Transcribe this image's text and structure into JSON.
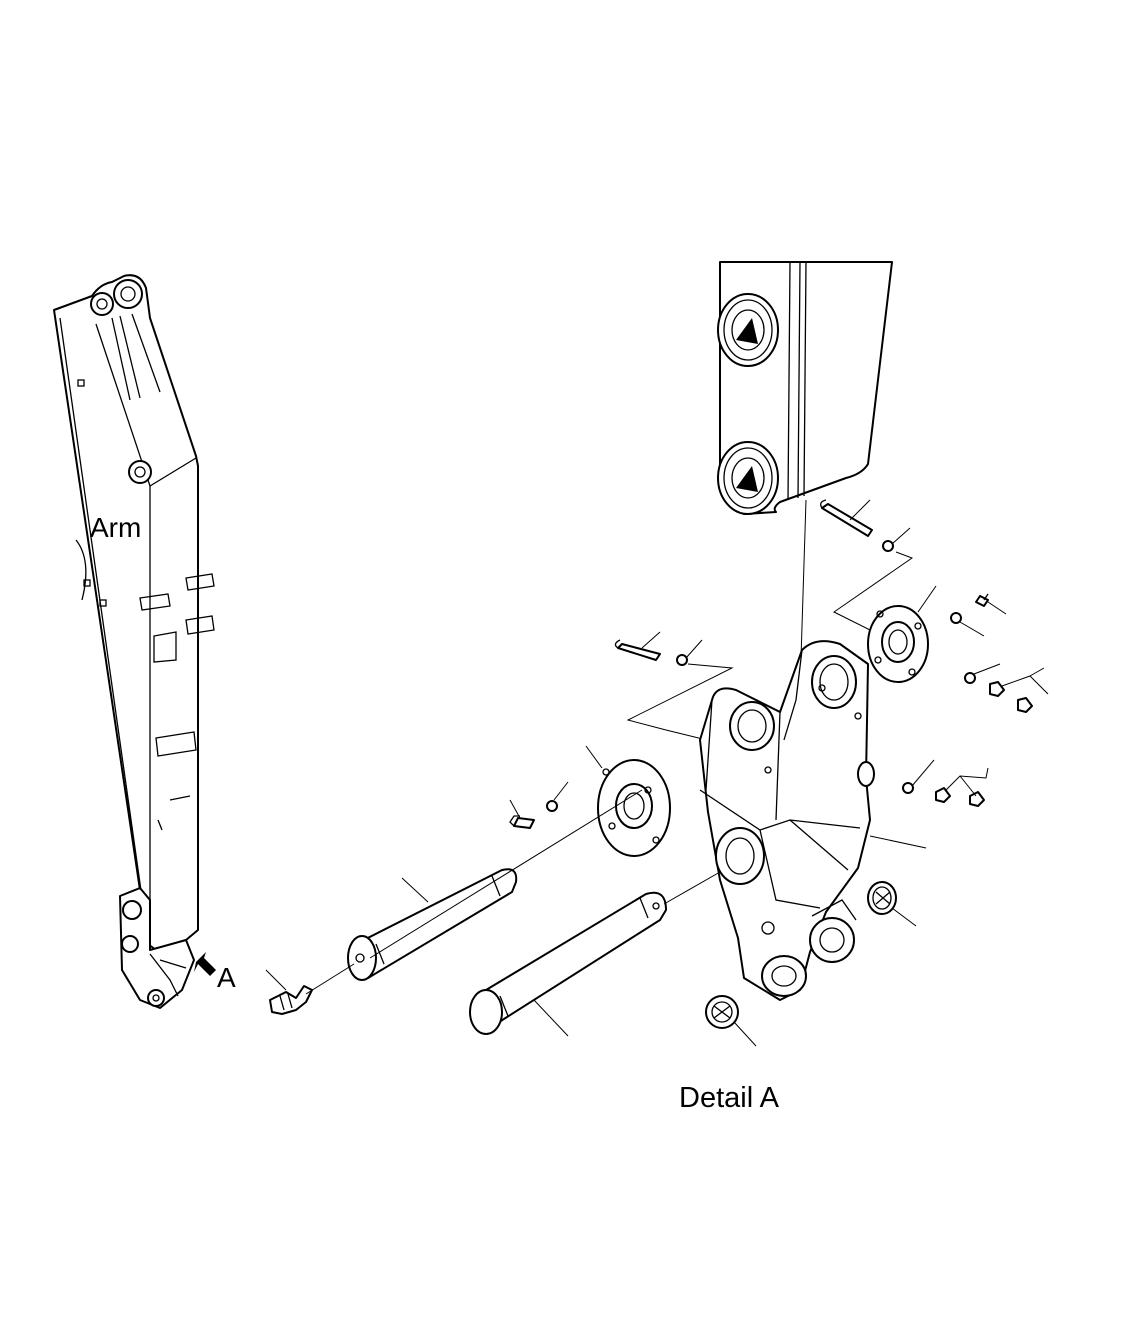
{
  "labels": {
    "arm": "Arm",
    "view_marker": "A",
    "detail_title": "Detail A"
  },
  "colors": {
    "line": "#000000",
    "background": "#ffffff"
  }
}
